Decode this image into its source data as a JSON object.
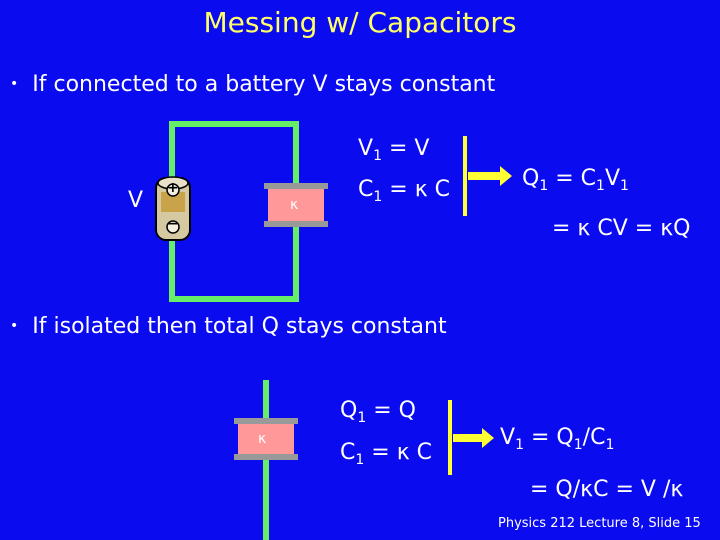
{
  "slide": {
    "title": "Messing w/ Capacitors",
    "bullet1": "If connected to a battery V stays constant",
    "bullet2": "If isolated then total Q stays constant",
    "footer": "Physics 212 Lecture 8, Slide 15"
  },
  "circuit1": {
    "battery_label": "V",
    "kappa": "κ",
    "battery_plus": "+",
    "battery_minus": "−",
    "left_eqs": [
      {
        "a": "V",
        "sub": "1",
        "b": " = V"
      },
      {
        "a": "C",
        "sub": "1",
        "b": " = κ C"
      }
    ],
    "result1": {
      "a": "Q",
      "sub1": "1",
      "b": " = C",
      "sub2": "1",
      "c": "V",
      "sub3": "1"
    },
    "result2": "= κ CV = κQ"
  },
  "circuit2": {
    "kappa": "κ",
    "left_eqs": [
      {
        "a": "Q",
        "sub": "1",
        "b": " = Q"
      },
      {
        "a": "C",
        "sub": "1",
        "b": " = κ C"
      }
    ],
    "result1": {
      "a": "V",
      "sub1": "1",
      "b": " = Q",
      "sub2": "1",
      "c": "/C",
      "sub3": "1"
    },
    "result2": "= Q/κC = V /κ"
  },
  "colors": {
    "background": "#0b0bf0",
    "title": "#ffff66",
    "wire": "#66ee66",
    "plate": "#999999",
    "dielectric": "#ff9999",
    "bracket": "#ffff33"
  }
}
